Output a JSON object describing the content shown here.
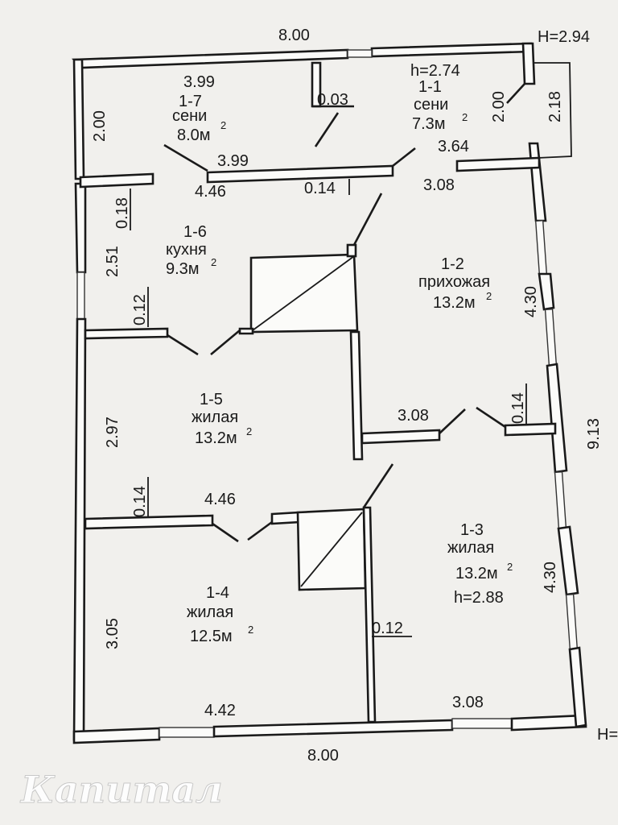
{
  "dimensions": {
    "top_total": "8.00",
    "bottom_total": "8.00",
    "right_total": "9.13",
    "height_right": "H=2.94",
    "height_right_bottom": "H=",
    "top_left_wall": "2.00",
    "kitchen_left_wall": "2.51",
    "living15_left_wall": "2.97",
    "living14_left_wall": "3.05",
    "porch_right_inner": "2.00",
    "porch_right_outer": "2.18",
    "right_upper": "4.30",
    "right_lower": "4.30",
    "sieni17_width": "3.99",
    "sieni17_bottom": "3.99",
    "sieni_partition": "0.03",
    "sieni_bottom_partition": "0.14",
    "sieni11_right": "3.64",
    "kitchen_top_wall": "4.46",
    "kitchen_right_top": "0.18",
    "kitchen_bottom_partition": "0.12",
    "hallway_width": "3.08",
    "hallway_bottom": "3.08",
    "hallway_right_partition": "0.14",
    "living15_bottom_partition": "0.14",
    "living15_bottom": "4.46",
    "living14_right_partition": "0.12",
    "living14_bottom": "4.42",
    "living13_bottom": "3.08"
  },
  "rooms": [
    {
      "num": "1-7",
      "name": "сени",
      "area": "8.0м",
      "sup": "2"
    },
    {
      "num": "1-1",
      "name": "сени",
      "area": "7.3м",
      "sup": "2",
      "height": "h=2.74"
    },
    {
      "num": "1-6",
      "name": "кухня",
      "area": "9.3м",
      "sup": "2"
    },
    {
      "num": "1-2",
      "name": "прихожая",
      "area": "13.2м",
      "sup": "2"
    },
    {
      "num": "1-5",
      "name": "жилая",
      "area": "13.2м",
      "sup": "2"
    },
    {
      "num": "1-3",
      "name": "жилая",
      "area": "13.2м",
      "sup": "2",
      "height": "h=2.88"
    },
    {
      "num": "1-4",
      "name": "жилая",
      "area": "12.5м",
      "sup": "2"
    }
  ],
  "watermark": "Капитал"
}
